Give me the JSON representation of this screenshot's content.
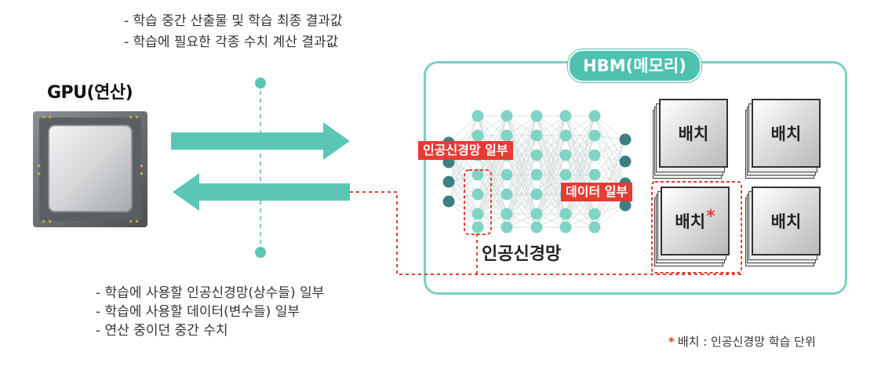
{
  "top_notes": [
    "- 학습 중간 산출물 및 학습 최종 결과값",
    "- 학습에 필요한 각종 수치 계산 결과값"
  ],
  "gpu": {
    "label": "GPU(연산)"
  },
  "hbm": {
    "title": "HBM(메모리)"
  },
  "network": {
    "part_tag": "인공신경망 일부",
    "label": "인공신경망"
  },
  "data_tag": "데이터 일부",
  "batches": [
    {
      "label": "배치",
      "marked": false
    },
    {
      "label": "배치",
      "marked": false
    },
    {
      "label": "배치",
      "marked": true
    },
    {
      "label": "배치",
      "marked": false
    }
  ],
  "bottom_notes": [
    "- 학습에 사용할 인공신경망(상수들) 일부",
    "- 학습에 사용할 데이터(변수들) 일부",
    "- 연산 중이던 중간 수치"
  ],
  "footnote": {
    "star": "*",
    "text": "배치 : 인공신경망 학습 단위"
  },
  "colors": {
    "teal": "#5cc6b6",
    "teal_light": "#7ccfc1",
    "red": "#e53c34",
    "node_dark": "#3e7f84"
  },
  "icons": {
    "gpu": "cpu-chip-icon",
    "arrow_right": "arrow-right-icon",
    "arrow_left": "arrow-left-icon"
  }
}
